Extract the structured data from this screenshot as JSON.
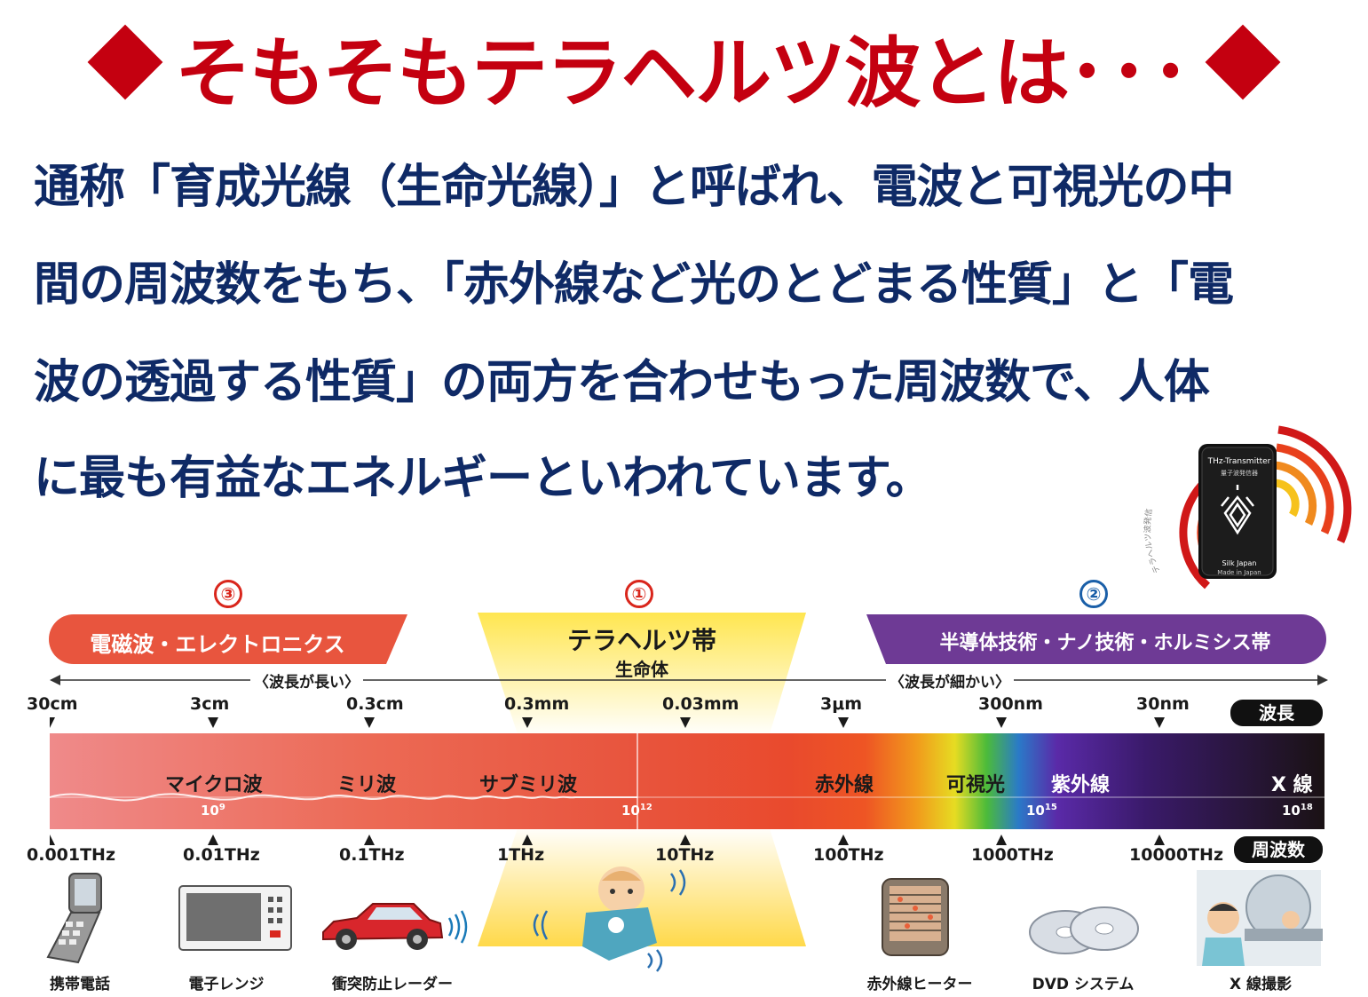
{
  "title": {
    "main": "そもそもテラヘルツ波とは",
    "dots": "･･･"
  },
  "intro": [
    "通称「育成光線（生命光線）」と呼ばれ、電波と可視光の中",
    "間の周波数をもち、「赤外線など光のとどまる性質」と「電",
    "波の透過する性質」の両方を合わせもった周波数で、人体",
    "に最も有益なエネルギーといわれています。"
  ],
  "device": {
    "line1": "THz-Transmitter",
    "line2": "量子波発信器",
    "line3": "Silk Japan",
    "line4": "Made in Japan",
    "ring_text": "テラヘルツ波発信"
  },
  "bands": {
    "em": {
      "marker": "③",
      "label": "電磁波・エレクトロニクス"
    },
    "thz": {
      "marker": "①",
      "label": "テラヘルツ帯",
      "sub": "生命体"
    },
    "semi": {
      "marker": "②",
      "label": "半導体技術・ナノ技術・ホルミシス帯"
    }
  },
  "wavelength_arrow": {
    "long": "〈波長が長い〉",
    "short": "〈波長が細かい〉"
  },
  "wavelengths": [
    "30cm",
    "3cm",
    "0.3cm",
    "0.3mm",
    "0.03mm",
    "3μm",
    "300nm",
    "30nm"
  ],
  "frequencies": [
    "0.001THz",
    "0.01THz",
    "0.1THz",
    "1THz",
    "10THz",
    "100THz",
    "1000THz",
    "10000THz"
  ],
  "tags": {
    "wavelength": "波長",
    "frequency": "周波数"
  },
  "regions": [
    {
      "name": "マイクロ波",
      "color": "#1a1a1a"
    },
    {
      "name": "ミリ波",
      "color": "#1a1a1a"
    },
    {
      "name": "サブミリ波",
      "color": "#1a1a1a"
    },
    {
      "name": "赤外線",
      "color": "#1a1a1a"
    },
    {
      "name": "可視光",
      "color": "#1a1a1a"
    },
    {
      "name": "紫外線",
      "color": "#ffffff"
    },
    {
      "name": "X 線",
      "color": "#ffffff"
    }
  ],
  "exponents": [
    {
      "base": "10",
      "exp": "9"
    },
    {
      "base": "10",
      "exp": "12"
    },
    {
      "base": "10",
      "exp": "15"
    },
    {
      "base": "10",
      "exp": "18"
    }
  ],
  "captions": [
    "携帯電話",
    "電子レンジ",
    "衝突防止レーダー",
    "赤外線ヒーター",
    "DVD システム",
    "X 線撮影"
  ],
  "colors": {
    "title_red": "#c40010",
    "intro_navy": "#0f2a66",
    "band_em": "#e8553e",
    "band_thz": "#ffe65a",
    "band_semi": "#6e3a95",
    "marker_red": "#d9261c",
    "marker_blue": "#1a5fa8"
  }
}
